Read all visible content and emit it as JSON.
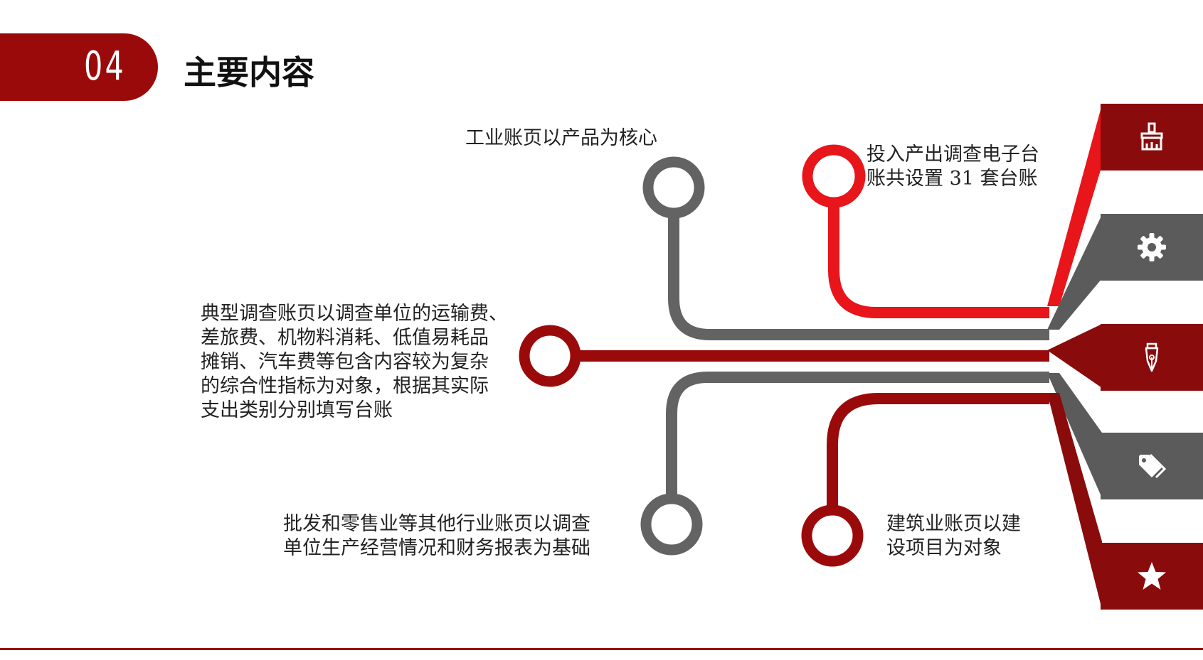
{
  "header": {
    "section_number": "04",
    "title": "主要内容"
  },
  "colors": {
    "dark_red": "#9b0a0a",
    "bright_red": "#e8151b",
    "gray": "#636363",
    "icon_red": "#8a0b0b",
    "icon_gray": "#5b5b5b"
  },
  "branches": [
    {
      "id": "industrial",
      "text": "工业账页以产品为核心",
      "color": "gray"
    },
    {
      "id": "survey-ledger",
      "text": "投入产出调查电子台\n账共设置 31 套台账",
      "color": "bright_red"
    },
    {
      "id": "typical",
      "text": "典型调查账页以调查单位的运输费、\n差旅费、机物料消耗、低值易耗品\n摊销、汽车费等包含内容较为复杂\n的综合性指标为对象，根据其实际\n支出类别分别填写台账",
      "color": "dark_red"
    },
    {
      "id": "wholesale",
      "text": "批发和零售业等其他行业账页以调查\n单位生产经营情况和财务报表为基础",
      "color": "gray"
    },
    {
      "id": "construction",
      "text": "建筑业账页以建\n设项目为对象",
      "color": "dark_red"
    }
  ],
  "icons": [
    "brush-icon",
    "gear-icon",
    "pen-nib-icon",
    "tag-icon",
    "star-icon"
  ]
}
